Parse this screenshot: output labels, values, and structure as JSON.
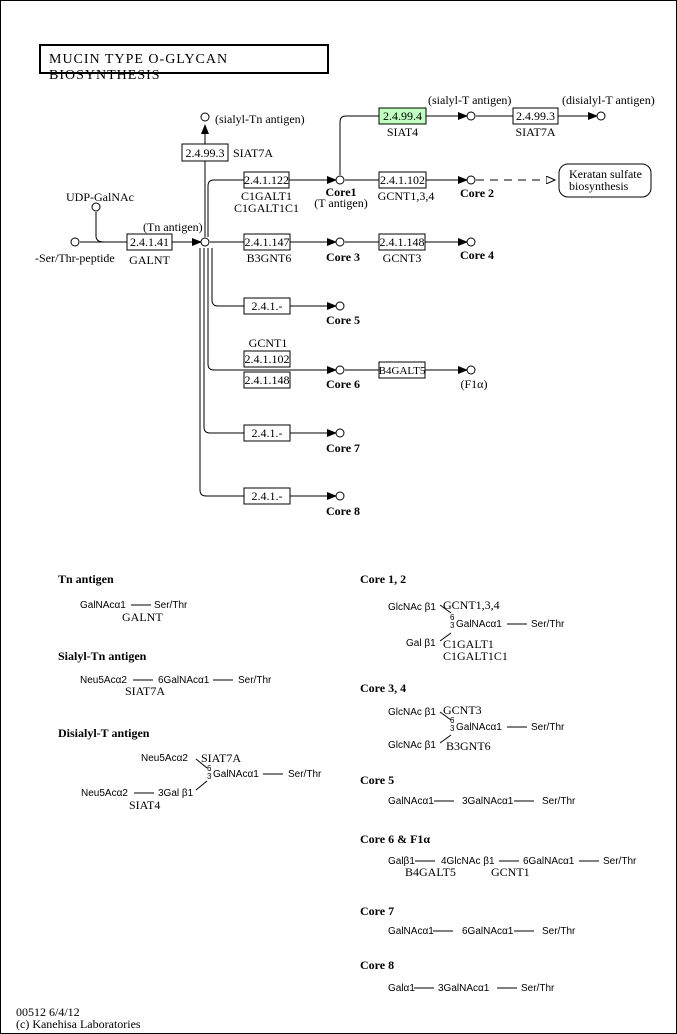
{
  "title": "MUCIN TYPE O-GLYCAN BIOSYNTHESIS",
  "highlight_color": "#bfffbf",
  "pathway": {
    "compounds": {
      "ser_thr_peptide": "-Ser/Thr-peptide",
      "udp_galnac": "UDP-GalNAc",
      "tn_antigen": "(Tn antigen)",
      "sialyl_tn_antigen": "(sialyl-Tn antigen)",
      "core1": "Core1",
      "core1_sub": "(T antigen)",
      "sialyl_t_antigen": "(sialyl-T antigen)",
      "disialyl_t_antigen": "(disialyl-T antigen)",
      "core2": "Core 2",
      "core3": "Core 3",
      "core4": "Core 4",
      "core5": "Core 5",
      "core6": "Core 6",
      "f1a": "(F1α)",
      "core7": "Core 7",
      "core8": "Core 8"
    },
    "enzymes": {
      "galnt_ec": "2.4.1.41",
      "galnt_gene": "GALNT",
      "siat7a_ec_1": "2.4.99.3",
      "siat7a_gene_1": "SIAT7A",
      "c1galt_ec": "2.4.1.122",
      "c1galt_gene1": "C1GALT1",
      "c1galt_gene2": "C1GALT1C1",
      "siat4_ec": "2.4.99.4",
      "siat4_gene": "SIAT4",
      "siat7a_ec_2": "2.4.99.3",
      "siat7a_gene_2": "SIAT7A",
      "gcnt_ec": "2.4.1.102",
      "gcnt_gene": "GCNT1,3,4",
      "b3gnt6_ec": "2.4.1.147",
      "b3gnt6_gene": "B3GNT6",
      "gcnt3_ec": "2.4.1.148",
      "gcnt3_gene": "GCNT3",
      "core5_ec": "2.4.1.-",
      "gcnt1_gene": "GCNT1",
      "core6_ec1": "2.4.1.102",
      "core6_ec2": "2.4.1.148",
      "b4galt5": "B4GALT5",
      "core7_ec": "2.4.1.-",
      "core8_ec": "2.4.1.-"
    },
    "map_link": "Keratan sulfate biosynthesis",
    "map_link_lines": [
      "Keratan sulfate",
      "biosynthesis"
    ]
  },
  "legend": {
    "tn": {
      "title": "Tn antigen",
      "s1": "GalNAcα1",
      "s2": "Ser/Thr",
      "enzyme": "GALNT"
    },
    "sialyl_tn": {
      "title": "Sialyl-Tn antigen",
      "s1": "Neu5Acα2",
      "s2": "6GalNAcα1",
      "s3": "Ser/Thr",
      "enzyme": "SIAT7A"
    },
    "disialyl_t": {
      "title": "Disialyl-T antigen",
      "top": "Neu5Acα2",
      "top_enzyme": "SIAT7A",
      "center": "GalNAcα1",
      "end": "Ser/Thr",
      "bottom1": "Neu5Acα2",
      "bottom2": "3Gal β1",
      "bottom_enzyme": "SIAT4",
      "pos6": "6",
      "pos3": "3"
    },
    "core12": {
      "title": "Core 1, 2",
      "top": "GlcNAc β1",
      "top_enzyme": "GCNT1,3,4",
      "center": "GalNAcα1",
      "end": "Ser/Thr",
      "bottom": "Gal β1",
      "bottom_enzyme1": "C1GALT1",
      "bottom_enzyme2": "C1GALT1C1",
      "pos6": "6",
      "pos3": "3"
    },
    "core34": {
      "title": "Core 3, 4",
      "top": "GlcNAc β1",
      "top_enzyme": "GCNT3",
      "center": "GalNAcα1",
      "end": "Ser/Thr",
      "bottom": "GlcNAc β1",
      "bottom_enzyme": "B3GNT6",
      "pos6": "6",
      "pos3": "3"
    },
    "core5": {
      "title": "Core 5",
      "s1": "GalNAcα1",
      "s2": "3GalNAcα1",
      "s3": "Ser/Thr"
    },
    "core6": {
      "title": "Core 6 & F1α",
      "s1": "Galβ1",
      "s2": "4GlcNAc β1",
      "s3": "6GalNAcα1",
      "s4": "Ser/Thr",
      "enzyme1": "B4GALT5",
      "enzyme2": "GCNT1"
    },
    "core7": {
      "title": "Core 7",
      "s1": "GalNAcα1",
      "s2": "6GalNAcα1",
      "s3": "Ser/Thr"
    },
    "core8": {
      "title": "Core 8",
      "s1": "Galα1",
      "s2": "3GalNAcα1",
      "s3": "Ser/Thr"
    }
  },
  "footer": {
    "line1": "00512 6/4/12",
    "line2": "(c) Kanehisa Laboratories"
  }
}
